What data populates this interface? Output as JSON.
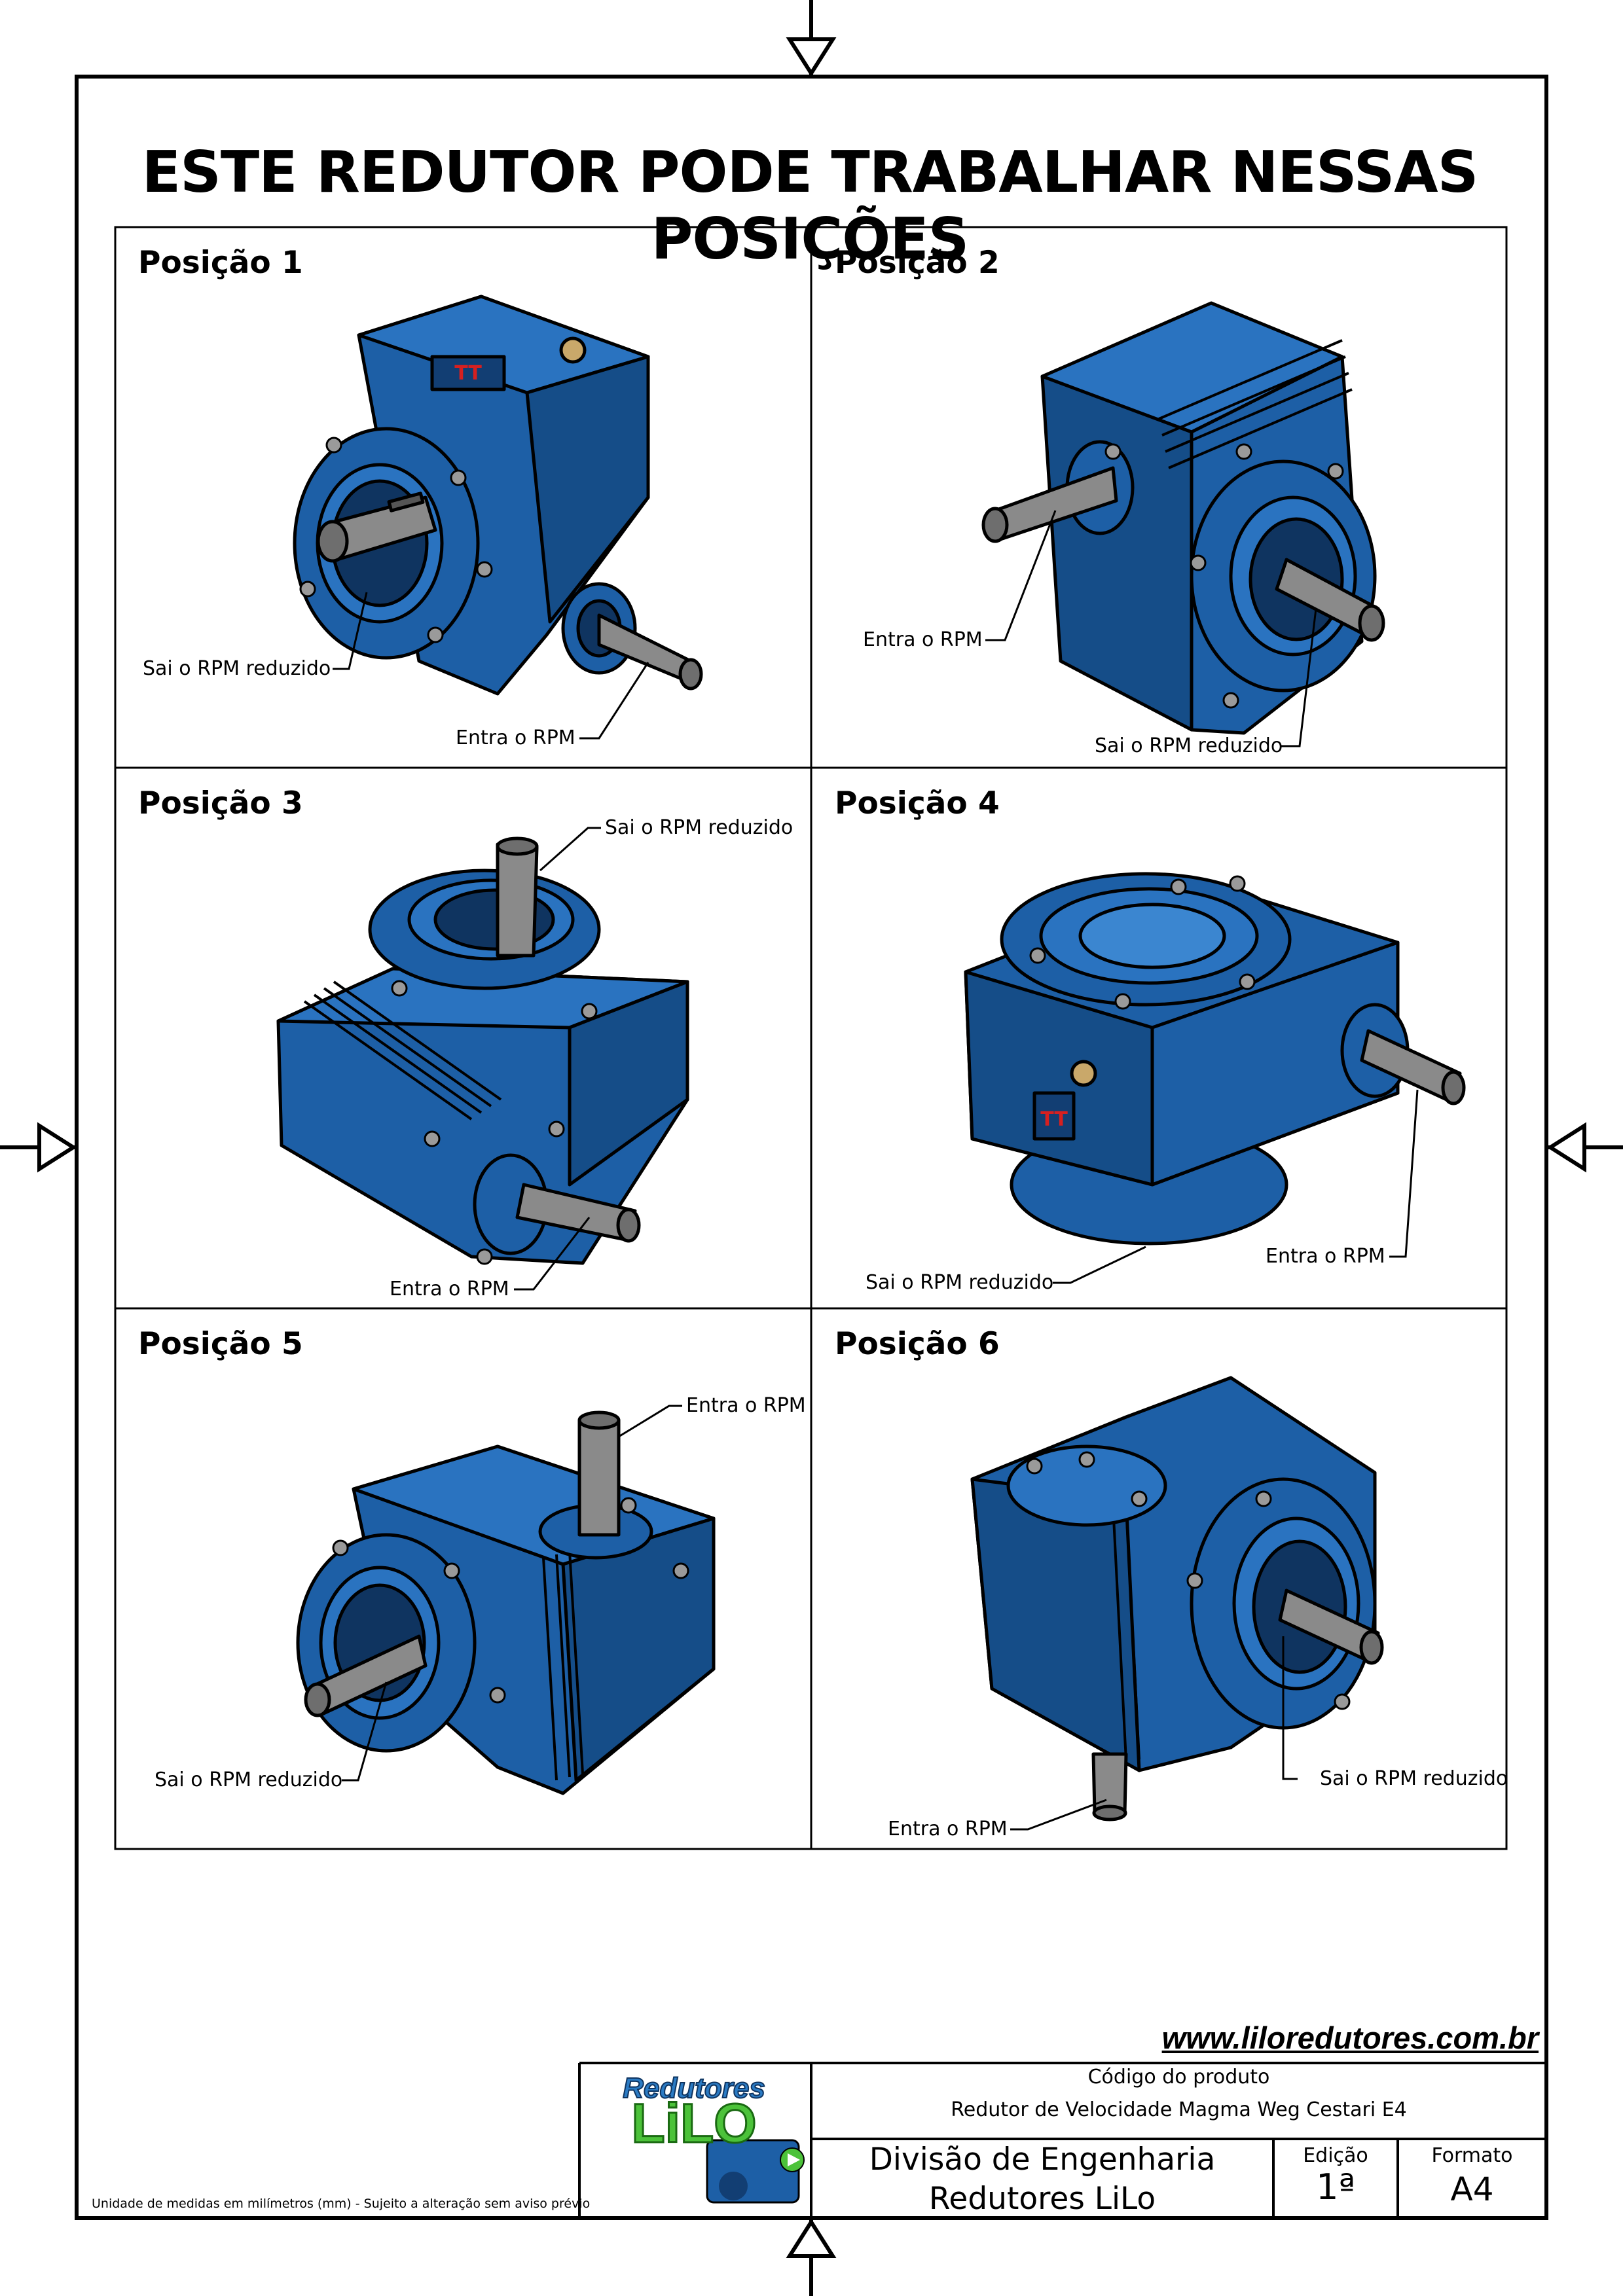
{
  "title": "ESTE REDUTOR PODE TRABALHAR NESSAS POSIÇÕES",
  "positions": [
    {
      "title": "Posição 1",
      "label_a": "Sai o RPM reduzido",
      "label_b": "Entra o RPM"
    },
    {
      "title": "Posição 2",
      "label_a": "Entra o RPM",
      "label_b": "Sai o RPM reduzido"
    },
    {
      "title": "Posição 3",
      "label_a": "Sai o RPM reduzido",
      "label_b": "Entra o RPM"
    },
    {
      "title": "Posição 4",
      "label_a": "Sai o RPM reduzido",
      "label_b": "Entra o RPM"
    },
    {
      "title": "Posição 5",
      "label_a": "Entra o RPM",
      "label_b": "Sai o RPM reduzido"
    },
    {
      "title": "Posição 6",
      "label_a": "Sai o RPM reduzido",
      "label_b": "Entra o RPM"
    }
  ],
  "website": "www.liloredutores.com.br",
  "footer_note": "Unidade de medidas em milímetros (mm) - Sujeito a alteração sem aviso prévio",
  "title_block": {
    "logo_top": "Redutores",
    "logo_main": "LiLO",
    "product_code_label": "Código do produto",
    "product_name": "Redutor de Velocidade Magma Weg Cestari E4",
    "division_line1": "Divisão de Engenharia",
    "division_line2": "Redutores LiLo",
    "edition_label": "Edição",
    "edition_value": "1ª",
    "format_label": "Formato",
    "format_value": "A4"
  },
  "colors": {
    "reducer_blue": "#1d5fa6",
    "reducer_dark": "#123e73",
    "shaft_gray": "#8a8a8a",
    "logo_blue": "#2b7bc4",
    "logo_green": "#4cc23a"
  }
}
